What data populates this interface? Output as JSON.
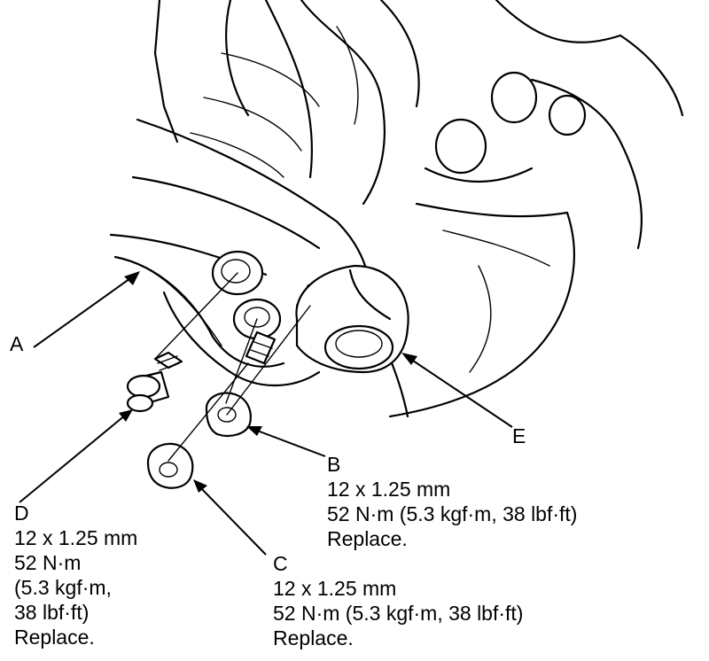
{
  "labels": {
    "A": {
      "letter": "A"
    },
    "B": {
      "letter": "B",
      "spec": "12 x 1.25 mm",
      "torque": "52 N·m (5.3 kgf·m, 38 lbf·ft)",
      "note": "Replace."
    },
    "C": {
      "letter": "C",
      "spec": "12 x 1.25 mm",
      "torque": "52 N·m (5.3 kgf·m, 38 lbf·ft)",
      "note": "Replace."
    },
    "D": {
      "letter": "D",
      "spec": "12 x 1.25 mm",
      "torque_1": "52 N·m",
      "torque_2": "(5.3 kgf·m,",
      "torque_3": "38 lbf·ft)",
      "note": "Replace."
    },
    "E": {
      "letter": "E"
    }
  }
}
